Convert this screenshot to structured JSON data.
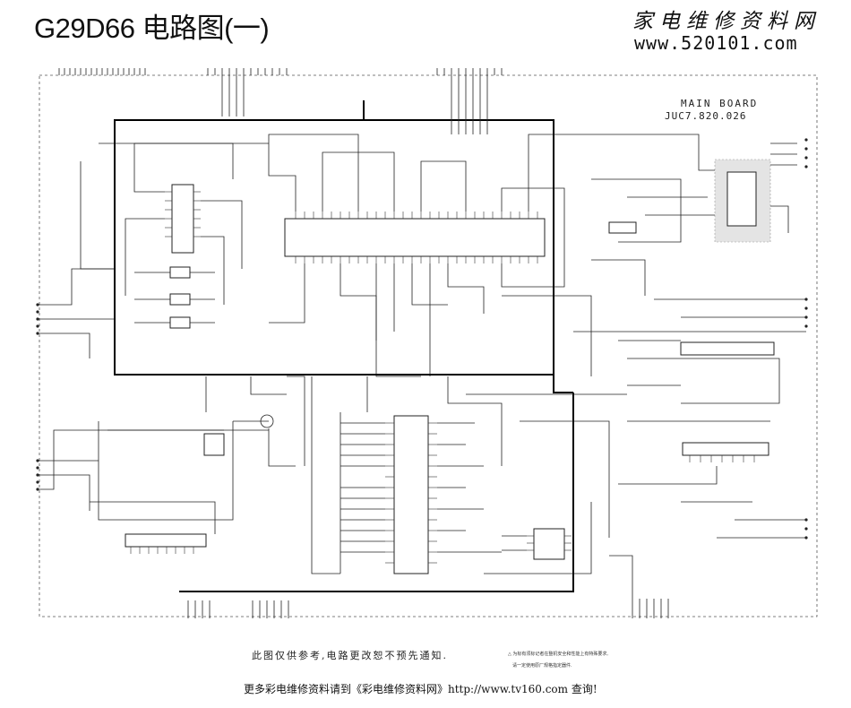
{
  "header": {
    "title": "G29D66 电路图(一)",
    "site_name_cn": "家电维修资料网",
    "site_url": "www.520101.com"
  },
  "board": {
    "label": "MAIN BOARD",
    "part_number": "JUC7.820.026"
  },
  "notes": {
    "disclaimer": "此图仅供参考,电路更改恕不预先通知.",
    "safety_line_1": "△ 为标有须标记者在整机安全和性能上有特殊要求,",
    "safety_line_2": "请一定使用原厂规格指定器件."
  },
  "footer": {
    "text": "更多彩电维修资料请到《彩电维修资料网》http://www.tv160.com 查询!"
  }
}
